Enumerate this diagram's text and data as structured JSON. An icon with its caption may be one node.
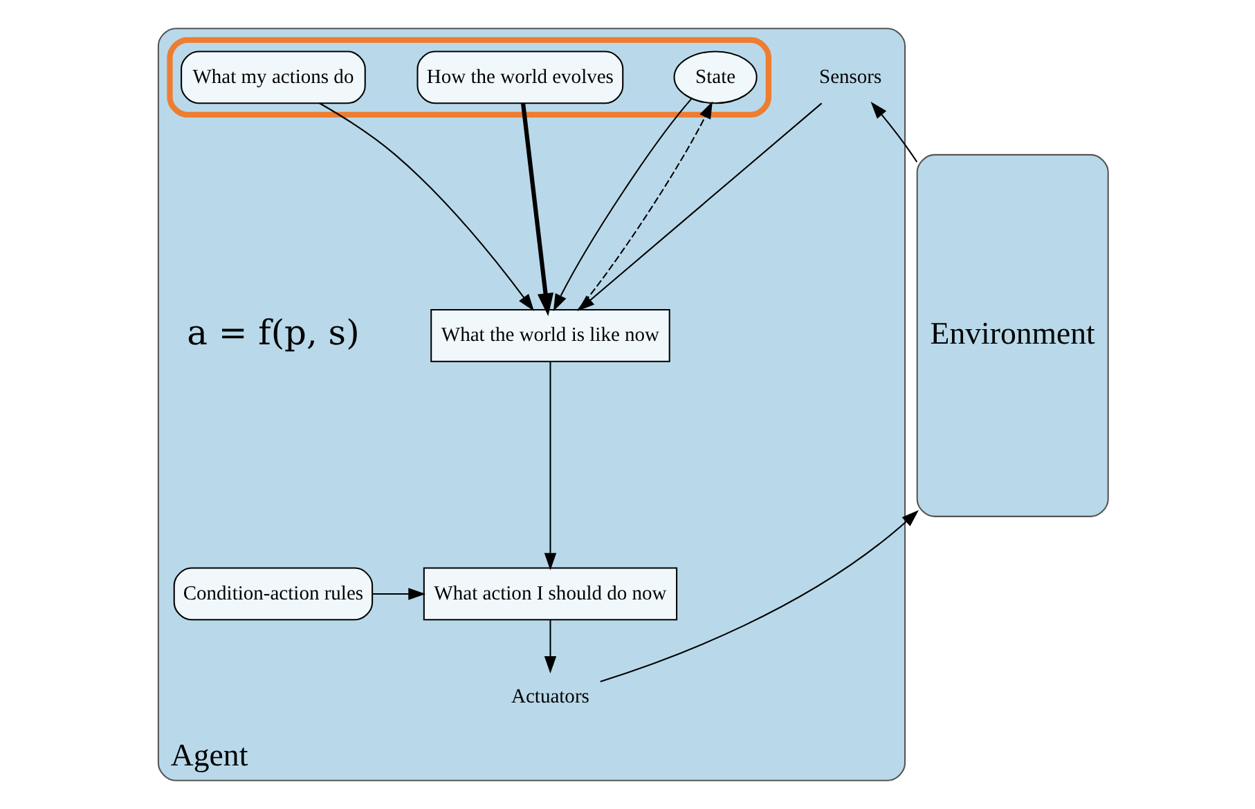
{
  "diagram": {
    "nodes": [
      {
        "text": [
          "Agent"
        ]
      },
      {
        "text": [],
        "shape": "box",
        "in": 0
      },
      {
        "text": [
          "State"
        ],
        "in": 1
      },
      {
        "text": [
          "How the world evolves"
        ],
        "in": 1
      },
      {
        "text": [
          "What my actions do"
        ],
        "in": 1
      },
      {
        "text": [
          "Sensors"
        ],
        "in": 0
      },
      {
        "text": [
          "What the world is like now"
        ],
        "in": 0
      },
      {
        "text": [
          "Condition-action rules"
        ],
        "in": 0
      },
      {
        "text": [
          "What action I should do now"
        ],
        "in": 0
      },
      {
        "text": [
          "Actuators"
        ],
        "in": 0
      },
      {
        "text": [
          "Environment"
        ]
      }
    ],
    "edges": [
      {
        "from": 10,
        "to": 5,
        "arrow": "to"
      },
      {
        "from": 5,
        "to": 6,
        "arrow": "to"
      },
      {
        "from": 2,
        "to": 6,
        "arrow": "to"
      },
      {
        "from": 3,
        "to": 6,
        "arrow": "to",
        "style": "thick"
      },
      {
        "from": 4,
        "to": 6,
        "arrow": "to"
      },
      {
        "from": 6,
        "to": 2,
        "arrow": "to",
        "style": "dashed"
      },
      {
        "from": 6,
        "to": 8,
        "arrow": "to"
      },
      {
        "from": 7,
        "to": 8,
        "arrow": "to"
      },
      {
        "from": 8,
        "to": 9,
        "arrow": "to"
      },
      {
        "from": 9,
        "to": 10,
        "arrow": "to"
      }
    ],
    "labels": [
      "a = f(p, s)"
    ]
  }
}
